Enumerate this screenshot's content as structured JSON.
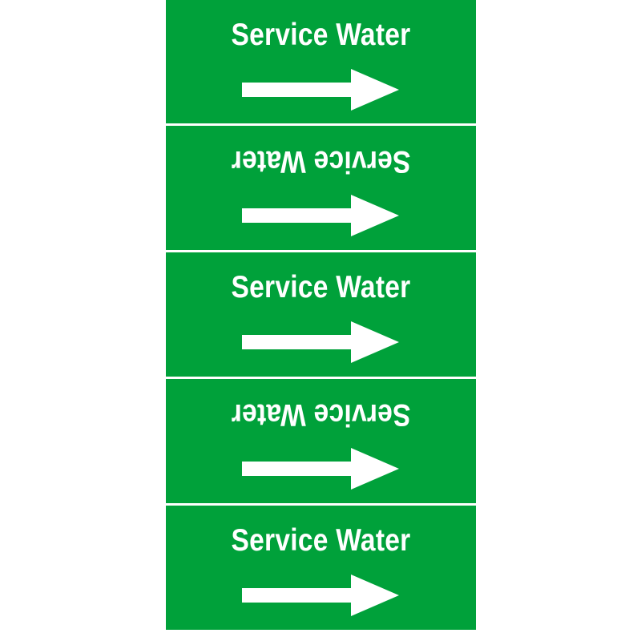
{
  "colors": {
    "background": "#ffffff",
    "label_green": "#00A13A",
    "text": "#ffffff"
  },
  "labels": [
    {
      "text": "Service Water",
      "flipped": false,
      "arrow_icon": "arrow-right-icon"
    },
    {
      "text": "Service Water",
      "flipped": true,
      "arrow_icon": "arrow-right-icon"
    },
    {
      "text": "Service Water",
      "flipped": false,
      "arrow_icon": "arrow-right-icon"
    },
    {
      "text": "Service Water",
      "flipped": true,
      "arrow_icon": "arrow-right-icon"
    },
    {
      "text": "Service Water",
      "flipped": false,
      "arrow_icon": "arrow-right-icon"
    }
  ]
}
